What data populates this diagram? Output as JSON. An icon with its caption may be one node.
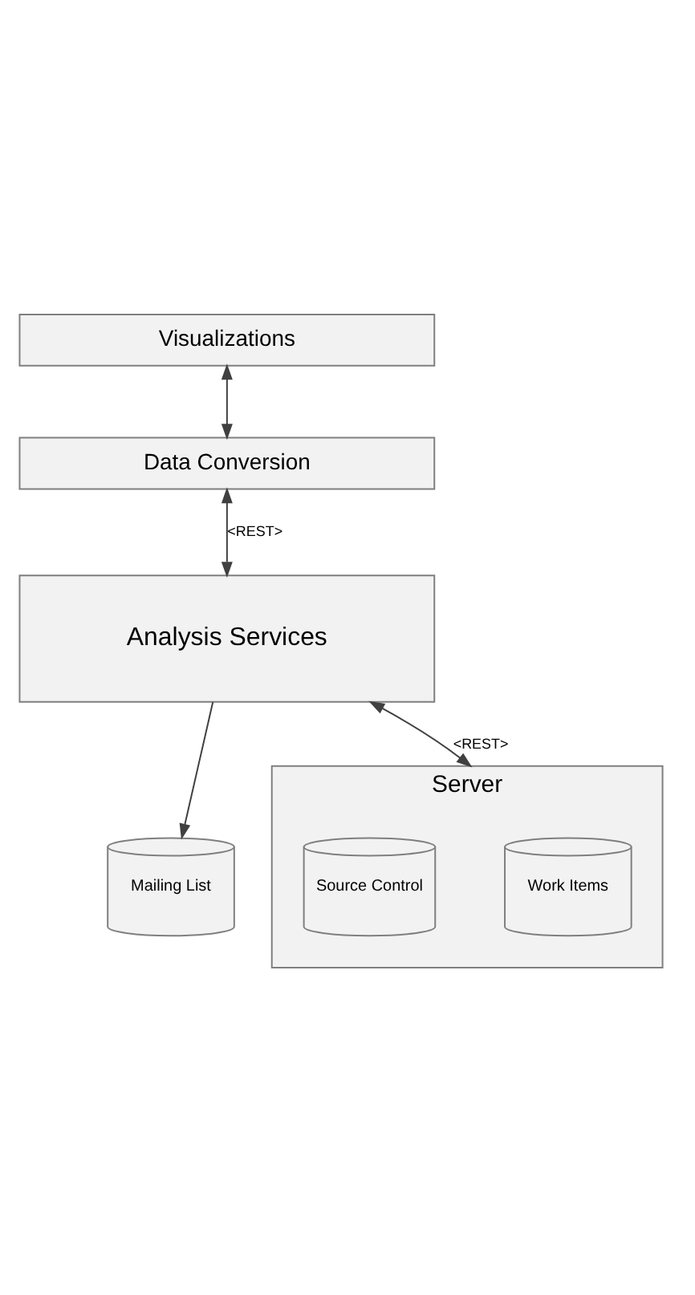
{
  "diagram": {
    "nodes": [
      {
        "text": [
          "Visualizations"
        ]
      },
      {
        "text": [
          "Data Conversion"
        ]
      },
      {
        "text": [
          "Analysis Services"
        ]
      },
      {
        "text": [
          "Mailing List"
        ]
      },
      {
        "text": [
          "Server"
        ]
      },
      {
        "text": [
          "Work Items"
        ],
        "in": 4
      },
      {
        "text": [
          "Source Control"
        ],
        "in": 4
      }
    ],
    "edges": [
      {
        "from": 0,
        "to": 1,
        "arrow": "both"
      },
      {
        "from": 1,
        "to": 2,
        "arrow": "both",
        "label": "<REST>"
      },
      {
        "from": 2,
        "to": 3,
        "arrow": "to"
      },
      {
        "from": 2,
        "to": 4,
        "arrow": "both",
        "label": "<REST>"
      }
    ]
  }
}
